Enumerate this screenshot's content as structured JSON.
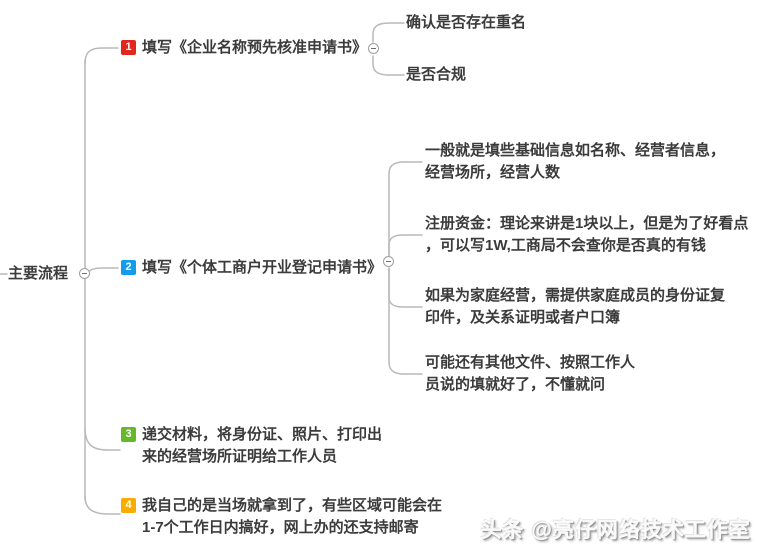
{
  "mindmap": {
    "root": {
      "label": "主要流程"
    },
    "branches": [
      {
        "number": "1",
        "badge_color": "#e2271e",
        "lines": [
          "填写《企业名称预先核准申请书》"
        ],
        "children": [
          {
            "lines": [
              "确认是否存在重名"
            ]
          },
          {
            "lines": [
              "是否合规"
            ]
          }
        ]
      },
      {
        "number": "2",
        "badge_color": "#139ceb",
        "lines": [
          "填写《个体工商户开业登记申请书》"
        ],
        "children": [
          {
            "lines": [
              "一般就是填些基础信息如名称、经营者信息，",
              "经营场所，经营人数"
            ]
          },
          {
            "lines": [
              "注册资金：理论来讲是1块以上，但是为了好看点",
              "，可以写1W,工商局不会查你是否真的有钱"
            ]
          },
          {
            "lines": [
              "如果为家庭经营，需提供家庭成员的身份证复",
              "印件，及关系证明或者户口簿"
            ]
          },
          {
            "lines": [
              "可能还有其他文件、按照工作人",
              "员说的填就好了，不懂就问"
            ]
          }
        ]
      },
      {
        "number": "3",
        "badge_color": "#67b72b",
        "lines": [
          "递交材料，将身份证、照片、打印出",
          "来的经营场所证明给工作人员"
        ]
      },
      {
        "number": "4",
        "badge_color": "#f7ad00",
        "lines": [
          "我自己的是当场就拿到了，有些区域可能会在",
          "1-7个工作日内搞好，网上办的还支持邮寄"
        ]
      }
    ]
  },
  "watermark": {
    "text": "头条 @亮仔网络技术工作室"
  },
  "colors": {
    "line": "#b9b9b9",
    "text": "#3b3b3b",
    "background": "#ffffff",
    "toggle_border": "#9e9e9e"
  }
}
